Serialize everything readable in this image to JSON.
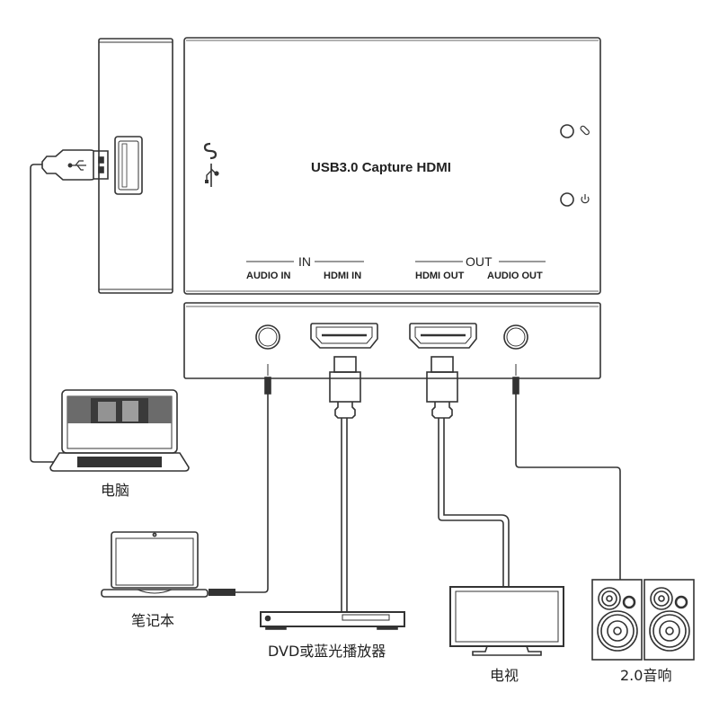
{
  "device": {
    "title": "USB3.0 Capture HDMI",
    "usb_logo": "usb-superspeed-icon",
    "indicators": [
      {
        "name": "link-indicator",
        "icon": "link-icon"
      },
      {
        "name": "power-indicator",
        "icon": "power-icon"
      }
    ],
    "groups": {
      "in": "IN",
      "out": "OUT"
    },
    "ports": {
      "audio_in": "AUDIO IN",
      "hdmi_in": "HDMI IN",
      "hdmi_out": "HDMI OUT",
      "audio_out": "AUDIO OUT"
    }
  },
  "devices": {
    "computer": "电脑",
    "laptop": "笔记本",
    "player": "DVD或蓝光播放器",
    "tv": "电视",
    "speakers": "2.0音响"
  },
  "colors": {
    "line": "#333333",
    "fill": "#ffffff",
    "screen_bg": "#6b6b6b"
  }
}
